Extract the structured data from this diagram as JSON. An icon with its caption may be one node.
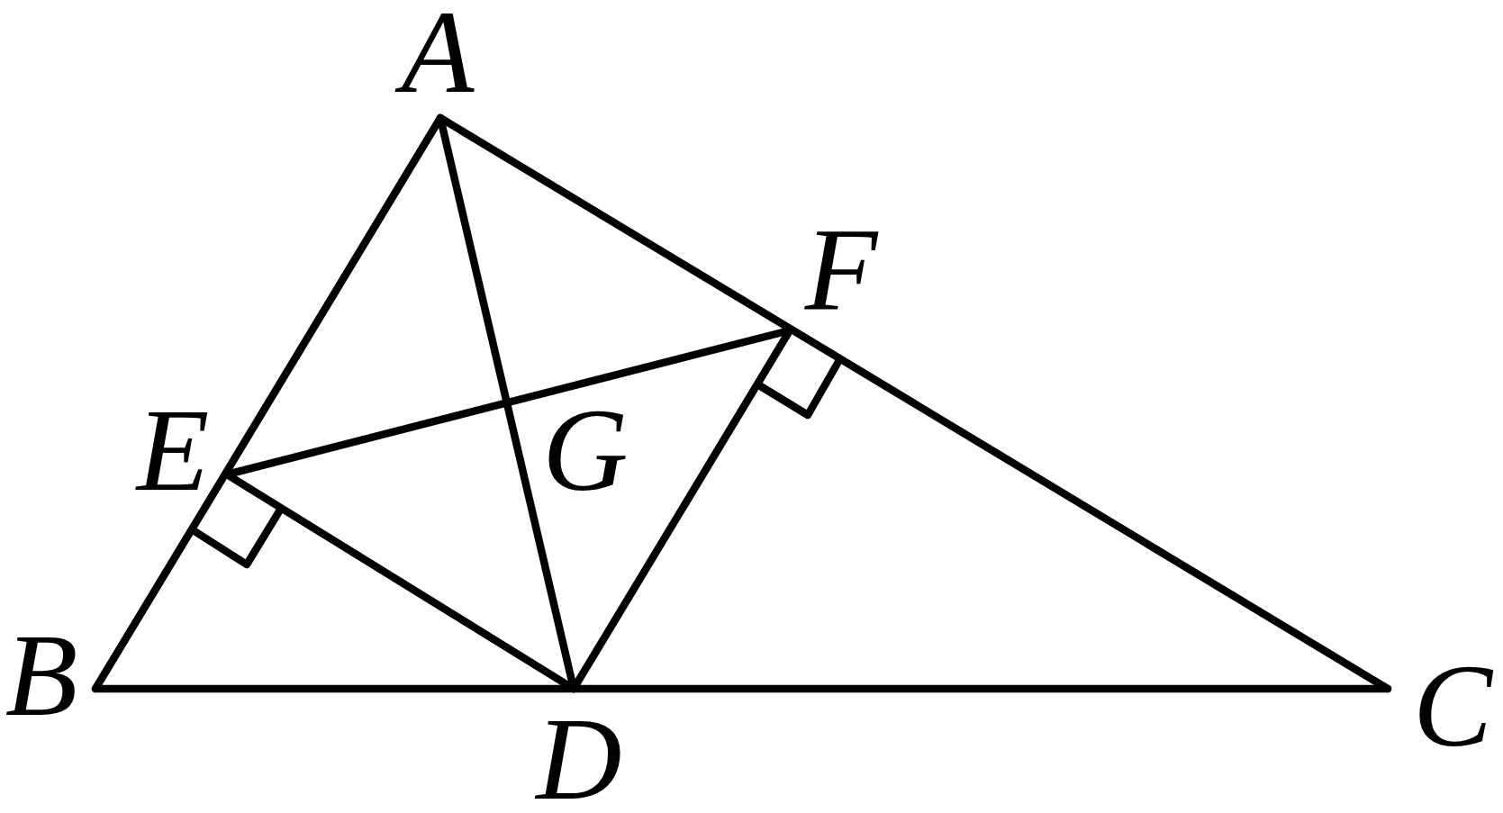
{
  "diagram": {
    "nodes": [
      {
        "text": [
          "A"
        ]
      },
      {
        "text": [
          "B"
        ]
      },
      {
        "text": [
          "C"
        ]
      },
      {
        "text": [
          "D"
        ]
      },
      {
        "text": [
          "E"
        ]
      },
      {
        "text": [
          "F"
        ]
      }
    ],
    "edges": [
      {
        "from": 0,
        "to": 1,
        "arrow": "none"
      },
      {
        "from": 0,
        "to": 2,
        "arrow": "none"
      },
      {
        "from": 1,
        "to": 2,
        "arrow": "none"
      },
      {
        "from": 0,
        "to": 3,
        "arrow": "none"
      },
      {
        "from": 4,
        "to": 3,
        "arrow": "none"
      },
      {
        "from": 5,
        "to": 3,
        "arrow": "none"
      },
      {
        "from": 4,
        "to": 5,
        "arrow": "none"
      }
    ],
    "labels": [
      "G"
    ]
  }
}
